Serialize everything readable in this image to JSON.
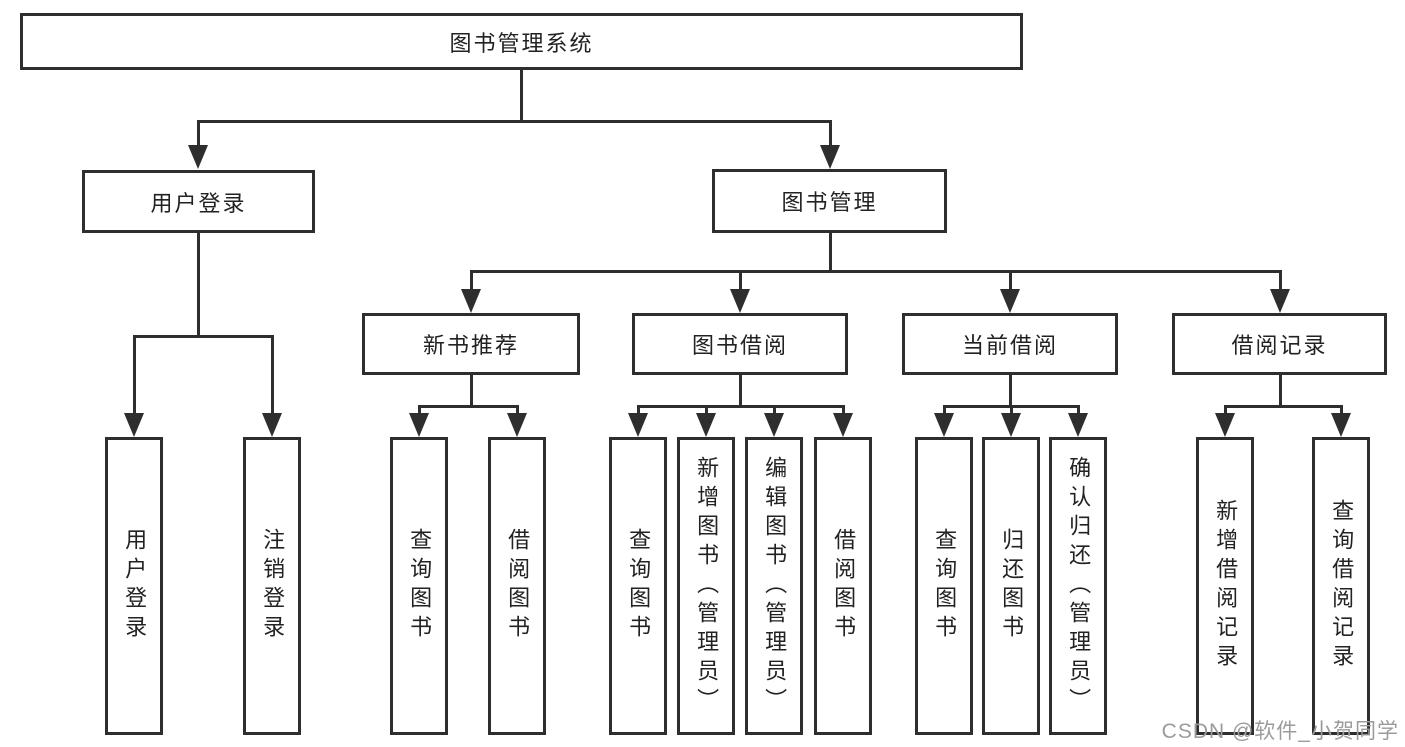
{
  "diagram": {
    "title": "图书管理系统",
    "watermark": "CSDN @软件_小贺同学",
    "line_color": "#2e2e2e",
    "box_background": "#ffffff",
    "nodes": {
      "root": "图书管理系统",
      "user_login": "用户登录",
      "book_mgmt": "图书管理",
      "new_book_rec": "新书推荐",
      "book_borrow": "图书借阅",
      "current_borrow": "当前借阅",
      "borrow_records": "借阅记录",
      "leaf_user_login": "用户登录",
      "leaf_logout": "注销登录",
      "leaf_query_books_1": "查询图书",
      "leaf_borrow_books_1": "借阅图书",
      "leaf_query_books_2": "查询图书",
      "leaf_add_books": "新增图书（管理员）",
      "leaf_edit_books": "编辑图书（管理员）",
      "leaf_borrow_books_2": "借阅图书",
      "leaf_query_books_3": "查询图书",
      "leaf_return_books": "归还图书",
      "leaf_confirm_return": "确认归还（管理员）",
      "leaf_add_record": "新增借阅记录",
      "leaf_query_record": "查询借阅记录"
    },
    "hierarchy": [
      {
        "parent": "图书管理系统",
        "children": [
          "用户登录",
          "图书管理"
        ]
      },
      {
        "parent": "用户登录",
        "children": [
          "用户登录",
          "注销登录"
        ]
      },
      {
        "parent": "图书管理",
        "children": [
          "新书推荐",
          "图书借阅",
          "当前借阅",
          "借阅记录"
        ]
      },
      {
        "parent": "新书推荐",
        "children": [
          "查询图书",
          "借阅图书"
        ]
      },
      {
        "parent": "图书借阅",
        "children": [
          "查询图书",
          "新增图书（管理员）",
          "编辑图书（管理员）",
          "借阅图书"
        ]
      },
      {
        "parent": "当前借阅",
        "children": [
          "查询图书",
          "归还图书",
          "确认归还（管理员）"
        ]
      },
      {
        "parent": "借阅记录",
        "children": [
          "新增借阅记录",
          "查询借阅记录"
        ]
      }
    ]
  }
}
